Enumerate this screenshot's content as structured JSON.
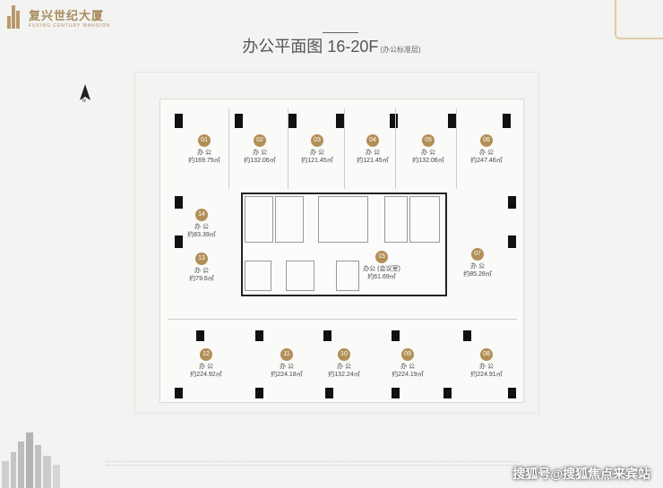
{
  "logo": {
    "cn": "复兴世纪大厦",
    "en": "FUXING CENTURY MANSION"
  },
  "title": {
    "main": "办公平面图 16-20F",
    "sub": "(办公标准层)"
  },
  "north_label": "N",
  "units": [
    {
      "id": "01",
      "name": "办 公",
      "area": "约169.75㎡"
    },
    {
      "id": "02",
      "name": "办 公",
      "area": "约132.06㎡"
    },
    {
      "id": "03",
      "name": "办 公",
      "area": "约121.45㎡"
    },
    {
      "id": "04",
      "name": "办 公",
      "area": "约121.45㎡"
    },
    {
      "id": "05",
      "name": "办 公",
      "area": "约132.06㎡"
    },
    {
      "id": "06",
      "name": "办 公",
      "area": "约247.46㎡"
    },
    {
      "id": "14",
      "name": "办 公",
      "area": "约83.39㎡"
    },
    {
      "id": "13",
      "name": "办 公",
      "area": "约79.6㎡"
    },
    {
      "id": "15",
      "name": "办公 (会议室)",
      "area": "约61.69㎡"
    },
    {
      "id": "07",
      "name": "办 公",
      "area": "约85.28㎡"
    },
    {
      "id": "12",
      "name": "办 公",
      "area": "约224.92㎡"
    },
    {
      "id": "11",
      "name": "办 公",
      "area": "约224.18㎡"
    },
    {
      "id": "10",
      "name": "办 公",
      "area": "约132.24㎡"
    },
    {
      "id": "09",
      "name": "办 公",
      "area": "约224.19㎡"
    },
    {
      "id": "08",
      "name": "办 公",
      "area": "约224.91㎡"
    }
  ],
  "watermark": "搜狐号@搜狐焦点来宾站",
  "colors": {
    "accent": "#b38f58",
    "column": "#111111"
  }
}
